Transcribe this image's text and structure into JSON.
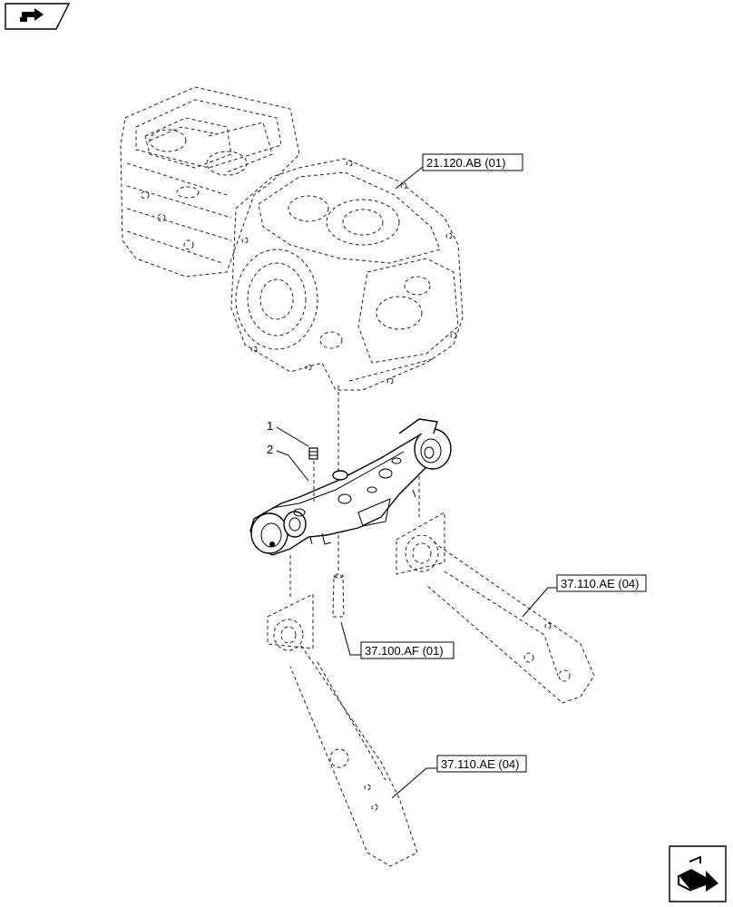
{
  "nav": {
    "back_icon": "back-arrow-icon",
    "next_icon": "next-page-arrow-icon"
  },
  "callouts": {
    "transmission_housing_ref": "21.120.AB (01)",
    "lift_arm_right_ref": "37.110.AE (04)",
    "pin_ref": "37.100.AF (01)",
    "lift_arm_left_ref": "37.110.AE (04)"
  },
  "items": [
    {
      "number": "1",
      "part": "grease-nipple"
    },
    {
      "number": "2",
      "part": "lift-arm-support-bracket"
    }
  ]
}
